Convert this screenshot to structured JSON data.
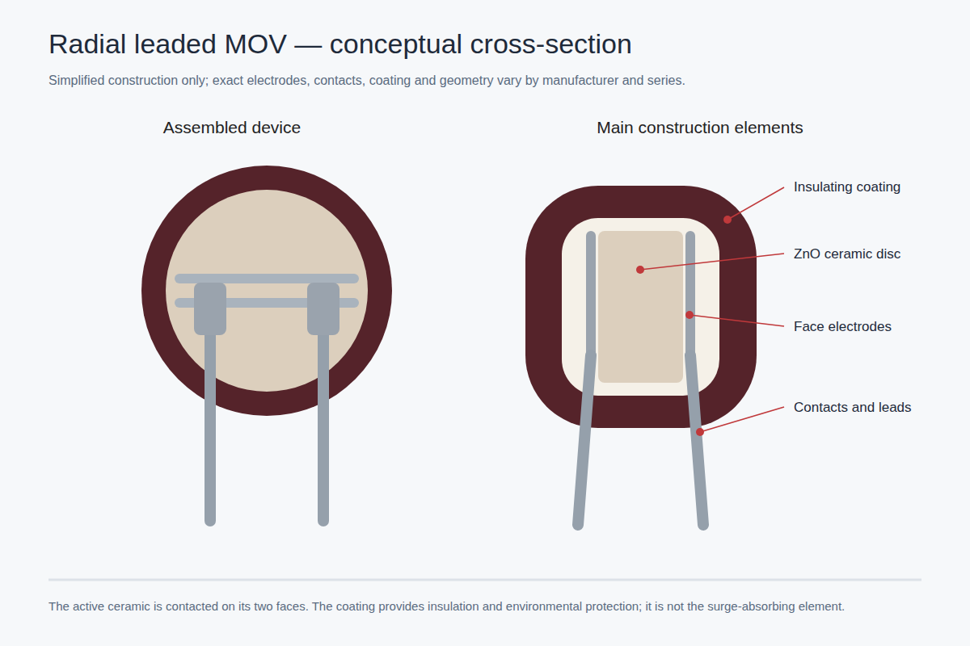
{
  "diagram": {
    "title": "Radial leaded MOV — conceptual cross-section",
    "caption": "The active ceramic is contacted on its two faces. The coating provides insulation and environmental protection; it is not the surge-absorbing element.",
    "labels": [
      "Simplified construction only; exact electrodes, contacts, coating and geometry vary by manufacturer and series.",
      "Assembled device",
      "Main construction elements",
      "Insulating coating",
      "ZnO ceramic disc",
      "Face electrodes",
      "Contacts and leads"
    ]
  }
}
